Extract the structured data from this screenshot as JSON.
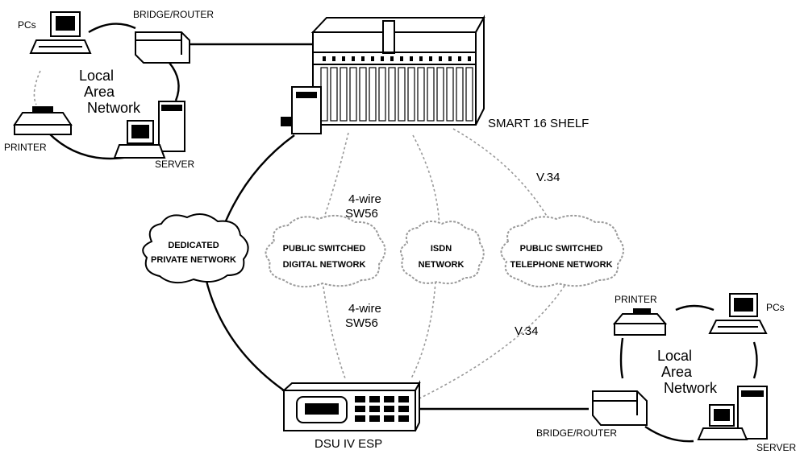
{
  "labels": {
    "top_bridge_router": "BRIDGE/ROUTER",
    "top_pcs": "PCs",
    "top_lan_1": "Local",
    "top_lan_2": "Area",
    "top_lan_3": "Network",
    "top_printer": "PRINTER",
    "top_server": "SERVER",
    "smart_shelf": "SMART 16 SHELF",
    "fourwire_top_1": "4-wire",
    "fourwire_top_2": "SW56",
    "v34_top": "V.34",
    "fourwire_bottom_1": "4-wire",
    "fourwire_bottom_2": "SW56",
    "v34_bottom": "V.34",
    "dsu": "DSU IV ESP",
    "bottom_printer": "PRINTER",
    "bottom_pcs": "PCs",
    "bottom_lan_1": "Local",
    "bottom_lan_2": "Area",
    "bottom_lan_3": "Network",
    "bottom_bridge_router": "BRIDGE/ROUTER",
    "bottom_server": "SERVER"
  },
  "clouds": {
    "dedicated": [
      "DEDICATED",
      "PRIVATE NETWORK"
    ],
    "psdn": [
      "PUBLIC SWITCHED",
      "DIGITAL NETWORK"
    ],
    "isdn": [
      "ISDN",
      "NETWORK"
    ],
    "pstn": [
      "PUBLIC SWITCHED",
      "TELEPHONE NETWORK"
    ]
  }
}
